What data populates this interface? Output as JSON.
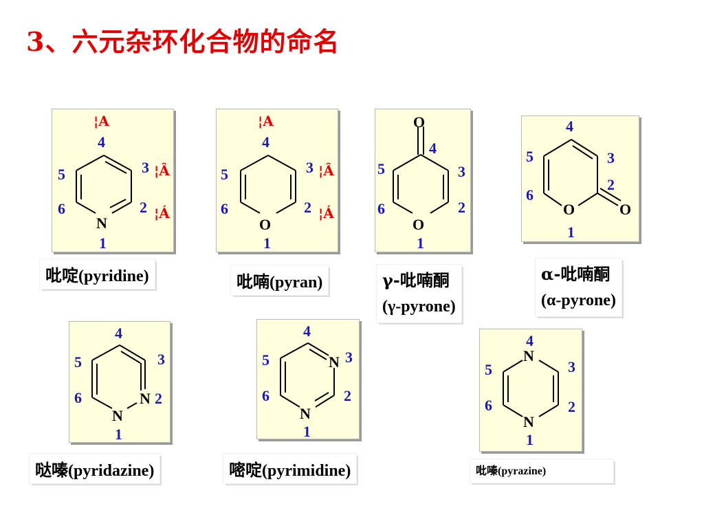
{
  "slide": {
    "title": "3、六元杂环化合物的命名"
  },
  "compounds": [
    {
      "id": "pyridine",
      "label_cn": "吡啶",
      "label_en": "(pyridine)",
      "heteroatoms": [
        "N"
      ],
      "position_numbers": [
        "1",
        "2",
        "3",
        "4",
        "5",
        "6"
      ],
      "greek_markers": [
        "¦Α",
        "¦Â",
        "¦Á"
      ]
    },
    {
      "id": "pyran",
      "label_cn": "吡喃",
      "label_en": "(pyran)",
      "heteroatoms": [
        "O"
      ],
      "position_numbers": [
        "1",
        "2",
        "3",
        "4",
        "5",
        "6"
      ],
      "greek_markers": [
        "¦Α",
        "¦Â",
        "¦Á"
      ]
    },
    {
      "id": "gamma-pyrone",
      "label_line1": "γ-吡喃酮",
      "label_line2": "(γ-pyrone)",
      "heteroatoms": [
        "O",
        "O"
      ],
      "position_numbers": [
        "1",
        "2",
        "3",
        "4",
        "5",
        "6"
      ]
    },
    {
      "id": "alpha-pyrone",
      "label_line1": "α-吡喃酮",
      "label_line2": "(α-pyrone)",
      "heteroatoms": [
        "O",
        "O"
      ],
      "position_numbers": [
        "1",
        "2",
        "3",
        "4",
        "5",
        "6"
      ]
    },
    {
      "id": "pyridazine",
      "label_cn": "哒嗪",
      "label_en": "(pyridazine)",
      "heteroatoms": [
        "N",
        "N"
      ],
      "position_numbers": [
        "1",
        "2",
        "3",
        "4",
        "5",
        "6"
      ]
    },
    {
      "id": "pyrimidine",
      "label_cn": "嘧啶",
      "label_en": "(pyrimidine)",
      "heteroatoms": [
        "N",
        "N"
      ],
      "position_numbers": [
        "1",
        "2",
        "3",
        "4",
        "5",
        "6"
      ]
    },
    {
      "id": "pyrazine",
      "label_cn": "吡嗪",
      "label_en": "(pyrazine)",
      "heteroatoms": [
        "N",
        "N"
      ],
      "position_numbers": [
        "1",
        "2",
        "3",
        "4",
        "5",
        "6"
      ]
    }
  ],
  "colors": {
    "title": "#e00000",
    "position_number": "#1a1ab0",
    "greek_marker": "#e00000",
    "structure_box": "#ffffdd"
  }
}
